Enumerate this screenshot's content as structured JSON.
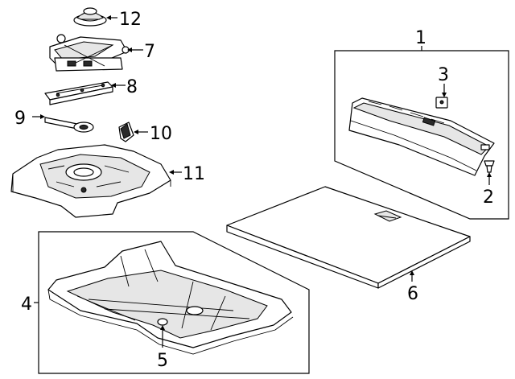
{
  "callouts": {
    "c1": "1",
    "c2": "2",
    "c3": "3",
    "c4": "4",
    "c5": "5",
    "c6": "6",
    "c7": "7",
    "c8": "8",
    "c9": "9",
    "c10": "10",
    "c11": "11",
    "c12": "12"
  },
  "parts": [
    {
      "callout": "12",
      "icon": "jack-handle-cap-icon"
    },
    {
      "callout": "7",
      "icon": "scissor-jack-icon"
    },
    {
      "callout": "8",
      "icon": "jack-base-bracket-icon"
    },
    {
      "callout": "9",
      "icon": "lug-wrench-icon"
    },
    {
      "callout": "10",
      "icon": "wheel-chock-icon"
    },
    {
      "callout": "11",
      "icon": "tool-storage-tray-icon"
    },
    {
      "callout": "1",
      "icon": "trunk-sill-trim-panel-icon"
    },
    {
      "callout": "2",
      "icon": "push-pin-retainer-icon"
    },
    {
      "callout": "3",
      "icon": "clip-nut-icon"
    },
    {
      "callout": "6",
      "icon": "load-floor-panel-icon"
    },
    {
      "callout": "4",
      "icon": "spare-wheel-tub-insulator-icon"
    },
    {
      "callout": "5",
      "icon": "drain-plug-icon"
    }
  ]
}
